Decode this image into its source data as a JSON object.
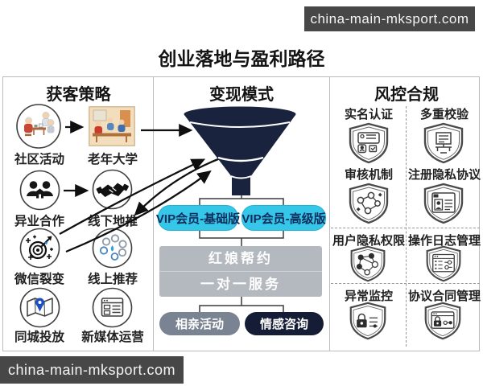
{
  "watermark": {
    "text": "china-main-mksport.com"
  },
  "title": "创业落地与盈利路径",
  "columns": {
    "acquisition": {
      "header": "获客策略",
      "items": [
        {
          "label": "社区活动",
          "icon": "community-icon"
        },
        {
          "label": "老年大学",
          "icon": "senior-university-icon"
        },
        {
          "label": "异业合作",
          "icon": "partnership-icon"
        },
        {
          "label": "线下地推",
          "icon": "handshake-icon"
        },
        {
          "label": "微信裂变",
          "icon": "target-growth-icon"
        },
        {
          "label": "线上推荐",
          "icon": "referral-network-icon"
        },
        {
          "label": "同城投放",
          "icon": "map-pin-icon"
        },
        {
          "label": "新媒体运营",
          "icon": "browser-media-icon"
        }
      ]
    },
    "monetization": {
      "header": "变现模式",
      "funnel_color": "#19233e",
      "tiers": [
        {
          "label": "VIP会员-基础版",
          "color": "#35c6e8"
        },
        {
          "label": "VIP会员-高级版",
          "color": "#35c6e8"
        }
      ],
      "service_box": {
        "rows": [
          "红娘帮约",
          "一对一服务"
        ],
        "color": "#b4b9c0"
      },
      "bottom": [
        {
          "label": "相亲活动",
          "color": "#7a8392"
        },
        {
          "label": "情感咨询",
          "color": "#151d36"
        }
      ]
    },
    "risk": {
      "header": "风控合规",
      "items": [
        {
          "label": "实名认证",
          "icon": "shield-id-icon"
        },
        {
          "label": "多重校验",
          "icon": "shield-doc-icon"
        },
        {
          "label": "审核机制",
          "icon": "shield-nodes-icon"
        },
        {
          "label": "注册隐私协议",
          "icon": "shield-profile-icon"
        },
        {
          "label": "用户隐私权限",
          "icon": "shield-network-icon"
        },
        {
          "label": "操作日志管理",
          "icon": "shield-log-icon"
        },
        {
          "label": "异常监控",
          "icon": "shield-monitor-icon"
        },
        {
          "label": "协议合同管理",
          "icon": "shield-contract-icon"
        }
      ]
    }
  }
}
